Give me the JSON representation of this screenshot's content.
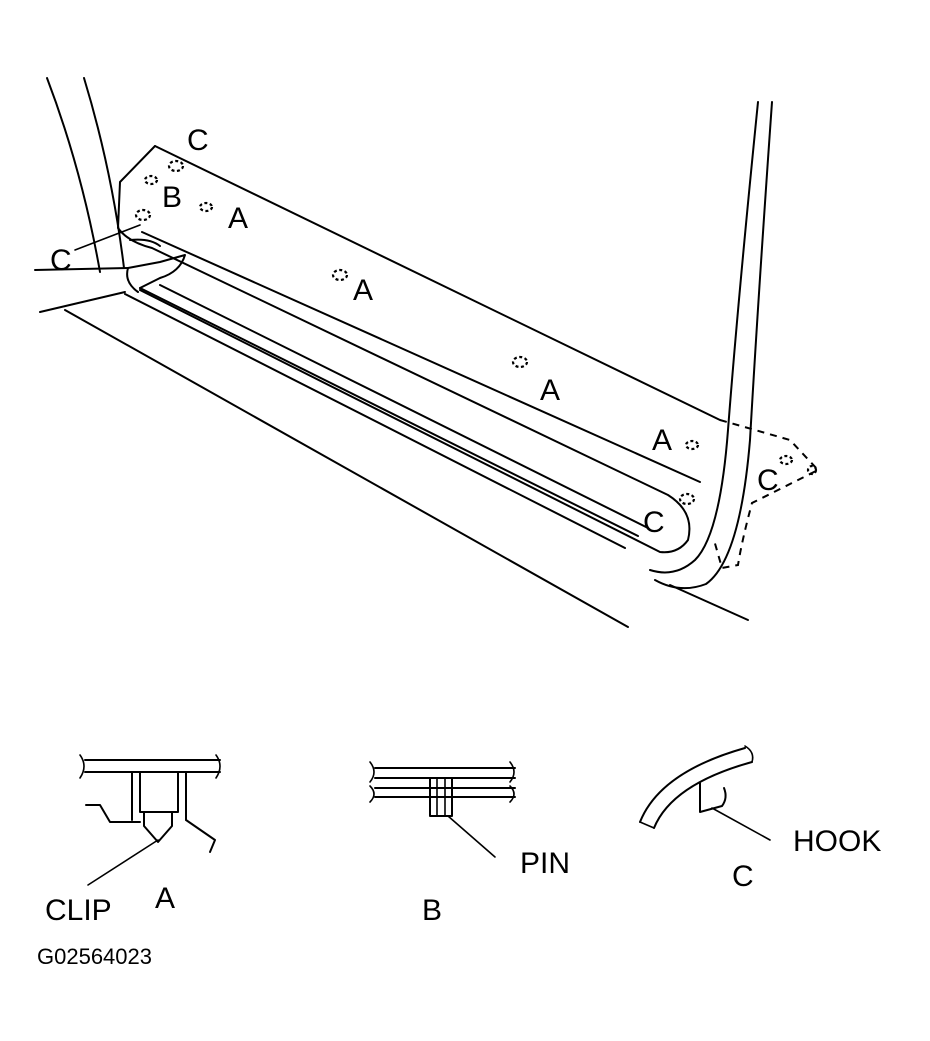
{
  "diagram": {
    "main_labels": [
      "C",
      "B",
      "A",
      "C",
      "A",
      "A",
      "A",
      "C",
      "C"
    ],
    "detail_a": {
      "letter": "A",
      "callout": "CLIP"
    },
    "detail_b": {
      "letter": "B",
      "callout": "PIN"
    },
    "detail_c": {
      "letter": "C",
      "callout": "HOOK"
    },
    "figure_code": "G02564023"
  }
}
